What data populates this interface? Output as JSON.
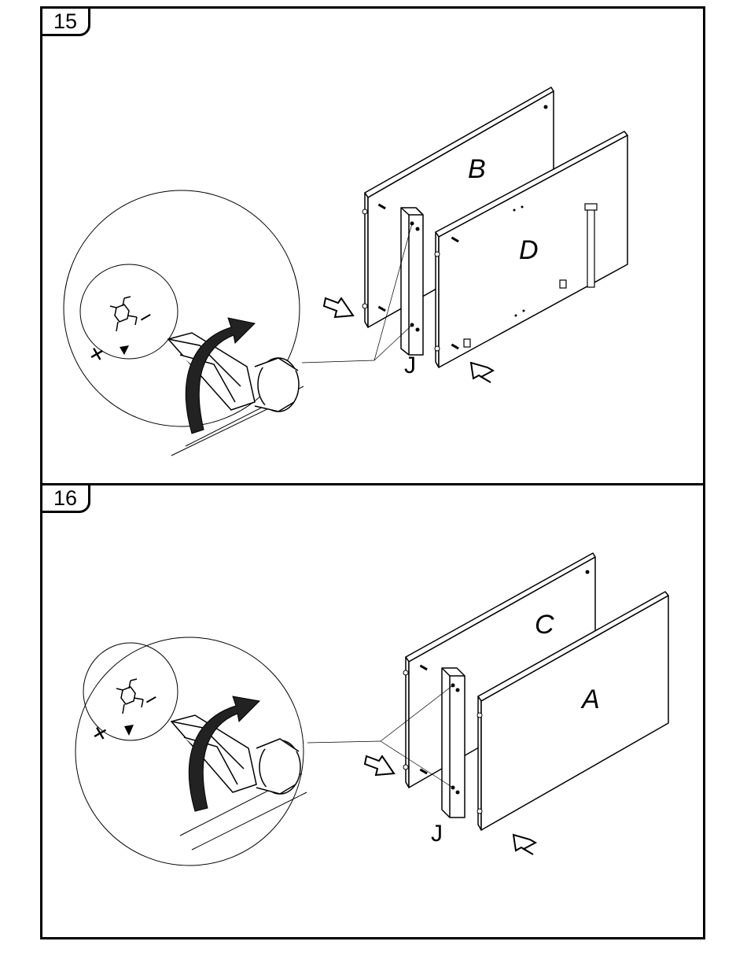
{
  "steps": [
    {
      "number": "15",
      "panels": [
        {
          "letter": "B"
        },
        {
          "letter": "D"
        },
        {
          "letter": "J"
        }
      ]
    },
    {
      "number": "16",
      "panels": [
        {
          "letter": "C"
        },
        {
          "letter": "A"
        },
        {
          "letter": "J"
        }
      ]
    }
  ],
  "magnifier": {
    "plus": "+",
    "minus": "−"
  },
  "colors": {
    "line": "#000000",
    "background": "#ffffff"
  },
  "icons": [
    "screwdriver-icon",
    "rotate-arrow-icon",
    "cam-lock-icon",
    "push-arrow-icon"
  ]
}
